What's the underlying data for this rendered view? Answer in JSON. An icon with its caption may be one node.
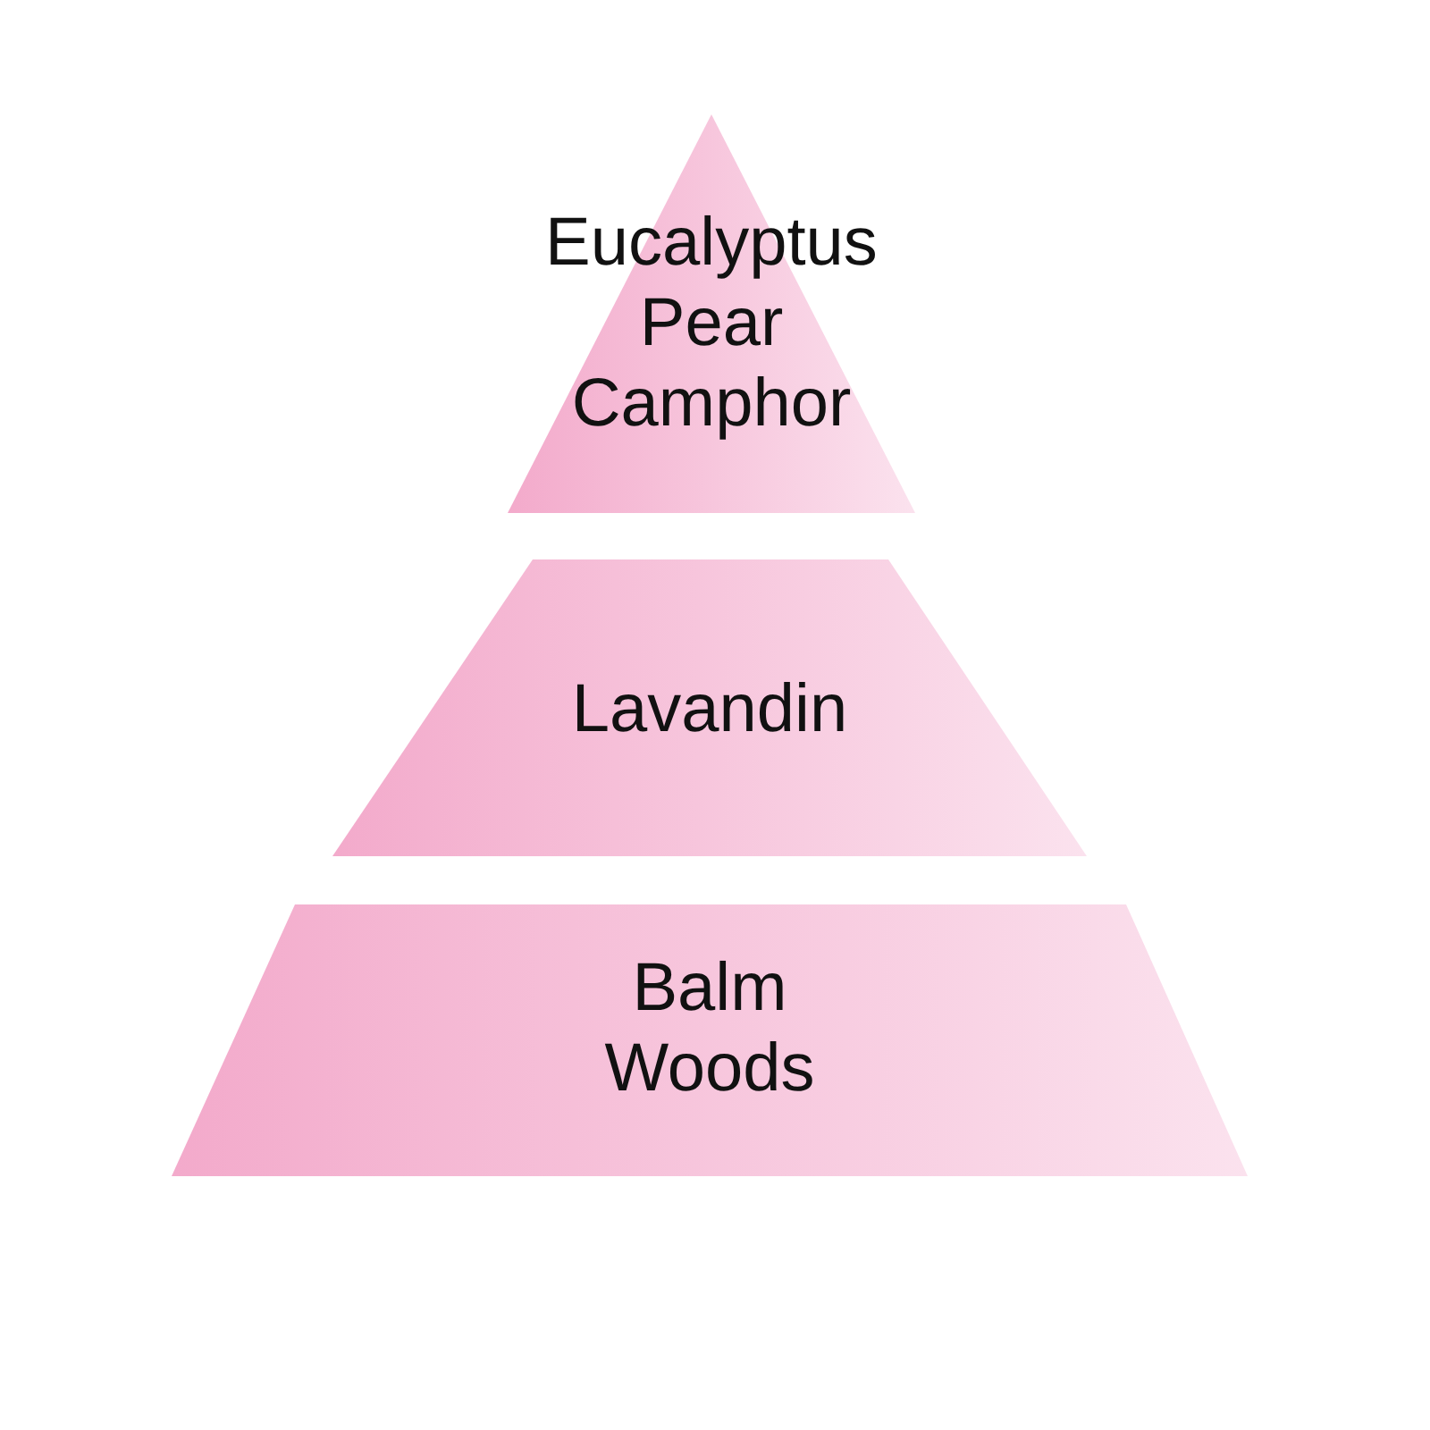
{
  "diagram": {
    "nodes": [
      {
        "text": [
          "Eucalyptus",
          "Pear",
          "Camphor"
        ]
      },
      {
        "text": [
          "Lavandin"
        ]
      },
      {
        "text": [
          "Balm",
          "Woods"
        ]
      }
    ]
  }
}
